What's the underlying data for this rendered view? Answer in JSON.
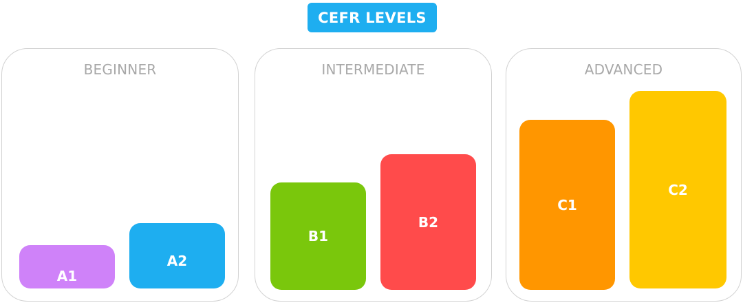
{
  "title": "CEFR LEVELS",
  "groups": [
    {
      "label": "BEGINNER"
    },
    {
      "label": "INTERMEDIATE"
    },
    {
      "label": "ADVANCED"
    }
  ],
  "levels": [
    {
      "label": "A1",
      "color": "#cf82f9"
    },
    {
      "label": "A2",
      "color": "#1eaef0"
    },
    {
      "label": "B1",
      "color": "#7ac70c"
    },
    {
      "label": "B2",
      "color": "#ff4b4b"
    },
    {
      "label": "C1",
      "color": "#ff9600"
    },
    {
      "label": "C2",
      "color": "#ffc800"
    }
  ]
}
